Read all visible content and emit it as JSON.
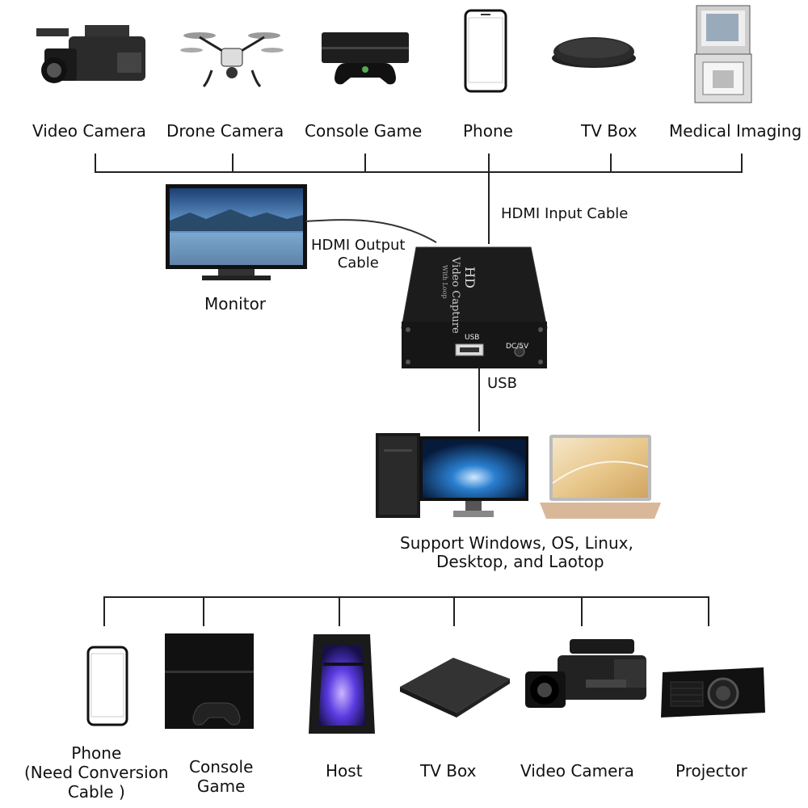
{
  "sources": {
    "video_camera": "Video Camera",
    "drone_camera": "Drone Camera",
    "console_game": "Console Game",
    "phone": "Phone",
    "tv_box": "TV Box",
    "medical_imaging": "Medical Imaging"
  },
  "cables": {
    "hdmi_input": "HDMI Input Cable",
    "hdmi_output_line1": "HDMI Output",
    "hdmi_output_line2": "Cable",
    "usb": "USB"
  },
  "monitor": {
    "label": "Monitor"
  },
  "device": {
    "title": "HD",
    "subtitle": "Video Capture",
    "subtitle2": "With Loop",
    "usb_port": "USB",
    "power_port": "DC/5V"
  },
  "computers": {
    "line1": "Support Windows, OS, Linux,",
    "line2": "Desktop, and Laotop"
  },
  "outputs": {
    "phone_line1": "Phone",
    "phone_line2": "(Need Conversion",
    "phone_line3": "Cable )",
    "console_line1": "Console",
    "console_line2": "Game",
    "host": "Host",
    "tv_box": "TV Box",
    "video_camera": "Video Camera",
    "projector": "Projector"
  }
}
